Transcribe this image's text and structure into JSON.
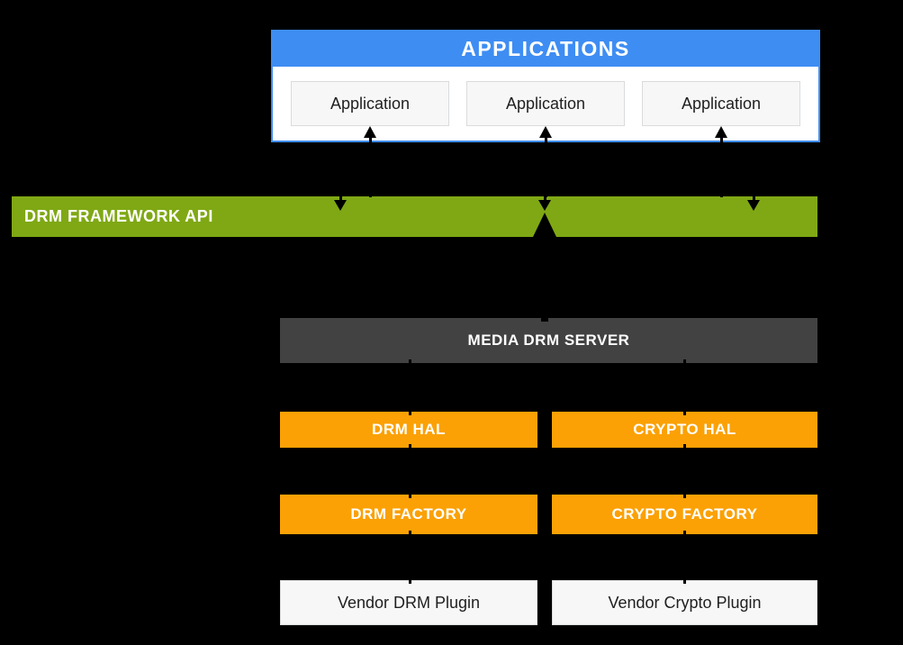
{
  "colors": {
    "background": "#000000",
    "blue": "#3E8DF3",
    "green": "#7FA814",
    "orange": "#FBA105",
    "dark_gray": "#424242",
    "box_bg": "#F7F7F7",
    "box_border": "#D9DBDD",
    "text_dark": "#1F1F1F",
    "arrow": "#000000"
  },
  "applications": {
    "header_label": "APPLICATIONS",
    "items": [
      {
        "label": "Application"
      },
      {
        "label": "Application"
      },
      {
        "label": "Application"
      }
    ]
  },
  "framework": {
    "label": "DRM FRAMEWORK API"
  },
  "media_server": {
    "label": "MEDIA DRM SERVER"
  },
  "hal": {
    "drm": {
      "label": "DRM HAL"
    },
    "crypto": {
      "label": "CRYPTO HAL"
    }
  },
  "factory": {
    "drm": {
      "label": "DRM FACTORY"
    },
    "crypto": {
      "label": "CRYPTO FACTORY"
    }
  },
  "vendor": {
    "drm": {
      "label": "Vendor DRM Plugin"
    },
    "crypto": {
      "label": "Vendor Crypto Plugin"
    }
  }
}
